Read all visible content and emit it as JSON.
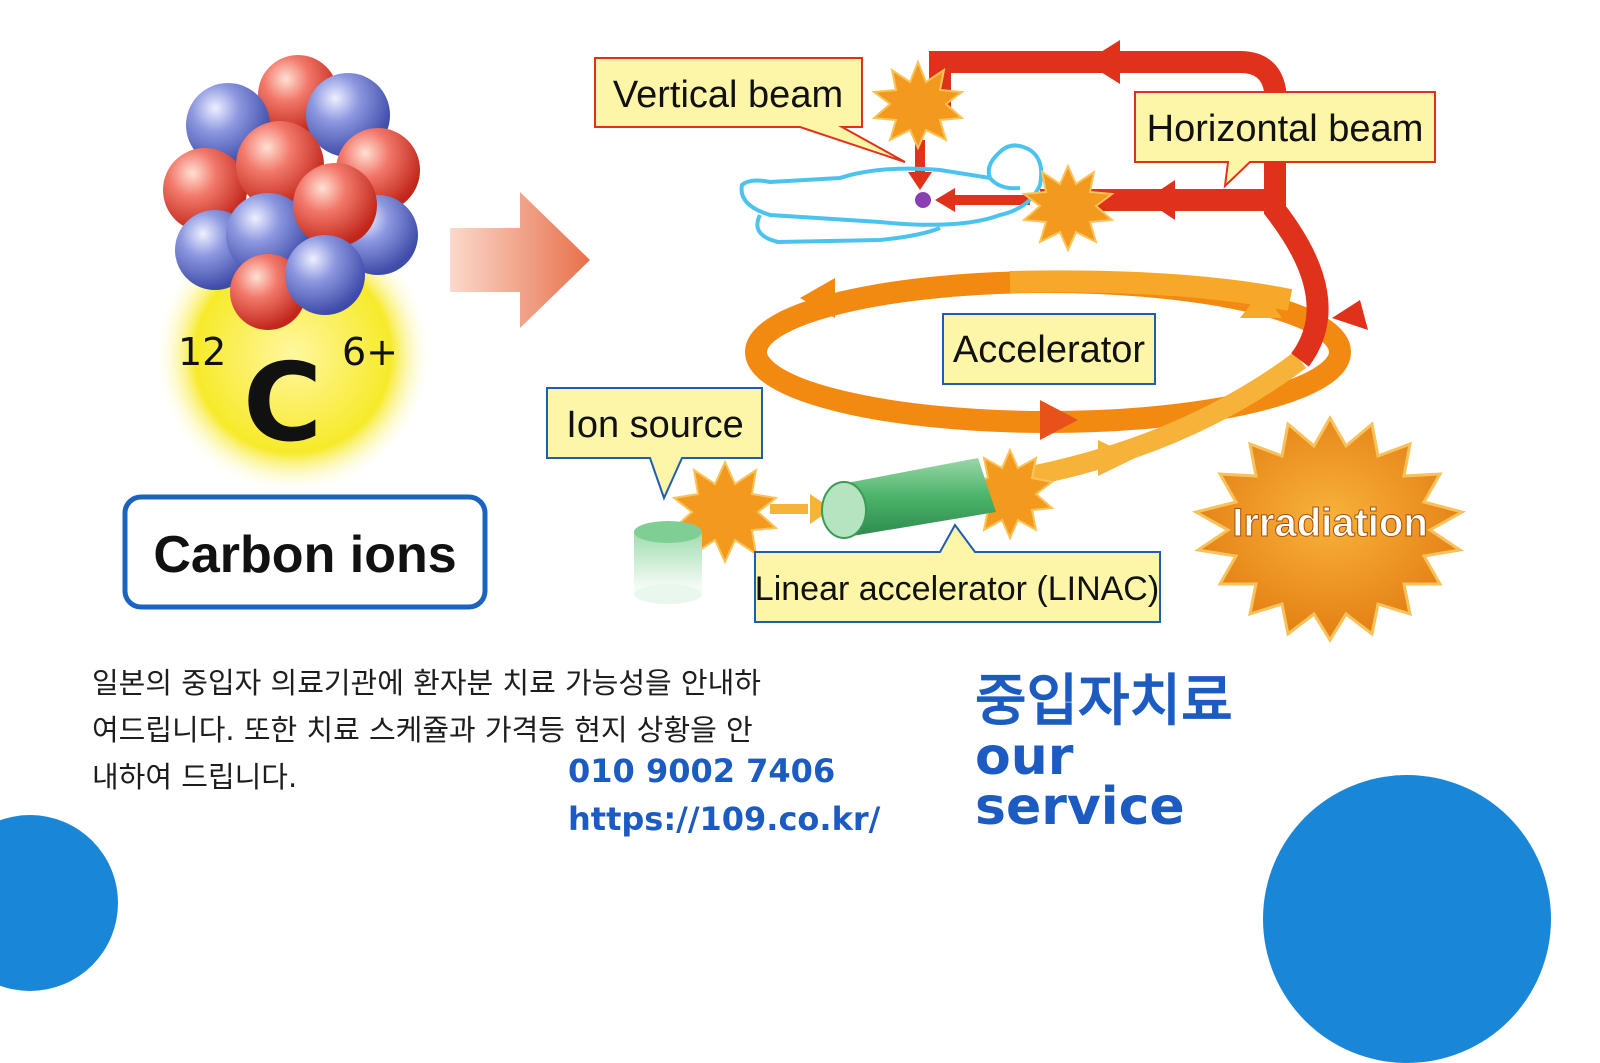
{
  "diagram": {
    "labels": {
      "vertical_beam": "Vertical beam",
      "horizontal_beam": "Horizontal beam",
      "accelerator": "Accelerator",
      "ion_source": "Ion source",
      "linac": "Linear accelerator (LINAC)",
      "irradiation": "Irradiation",
      "carbon_ions": "Carbon ions"
    },
    "nucleus": {
      "mass_number": "12",
      "element": "C",
      "charge": "6+"
    }
  },
  "description": {
    "line1": "일본의 중입자 의료기관에 환자분 치료 가능성을 안내하",
    "line2": "여드립니다. 또한 치료 스케쥴과 가격등 현지 상황을 안",
    "line3": "내하여 드립니다."
  },
  "contact": {
    "phone": "010 9002 7406",
    "url": "https://109.co.kr/"
  },
  "service": {
    "title_ko": "중입자치료",
    "title_en_1": "our",
    "title_en_2": "service"
  },
  "colors": {
    "accent_blue": "#1b5bc2",
    "circle_blue": "#1a86d8",
    "beam_red": "#e0311a",
    "ring_orange": "#f28a12",
    "burst_orange": "#f39a1e",
    "label_yellow": "#fdf6a8"
  }
}
